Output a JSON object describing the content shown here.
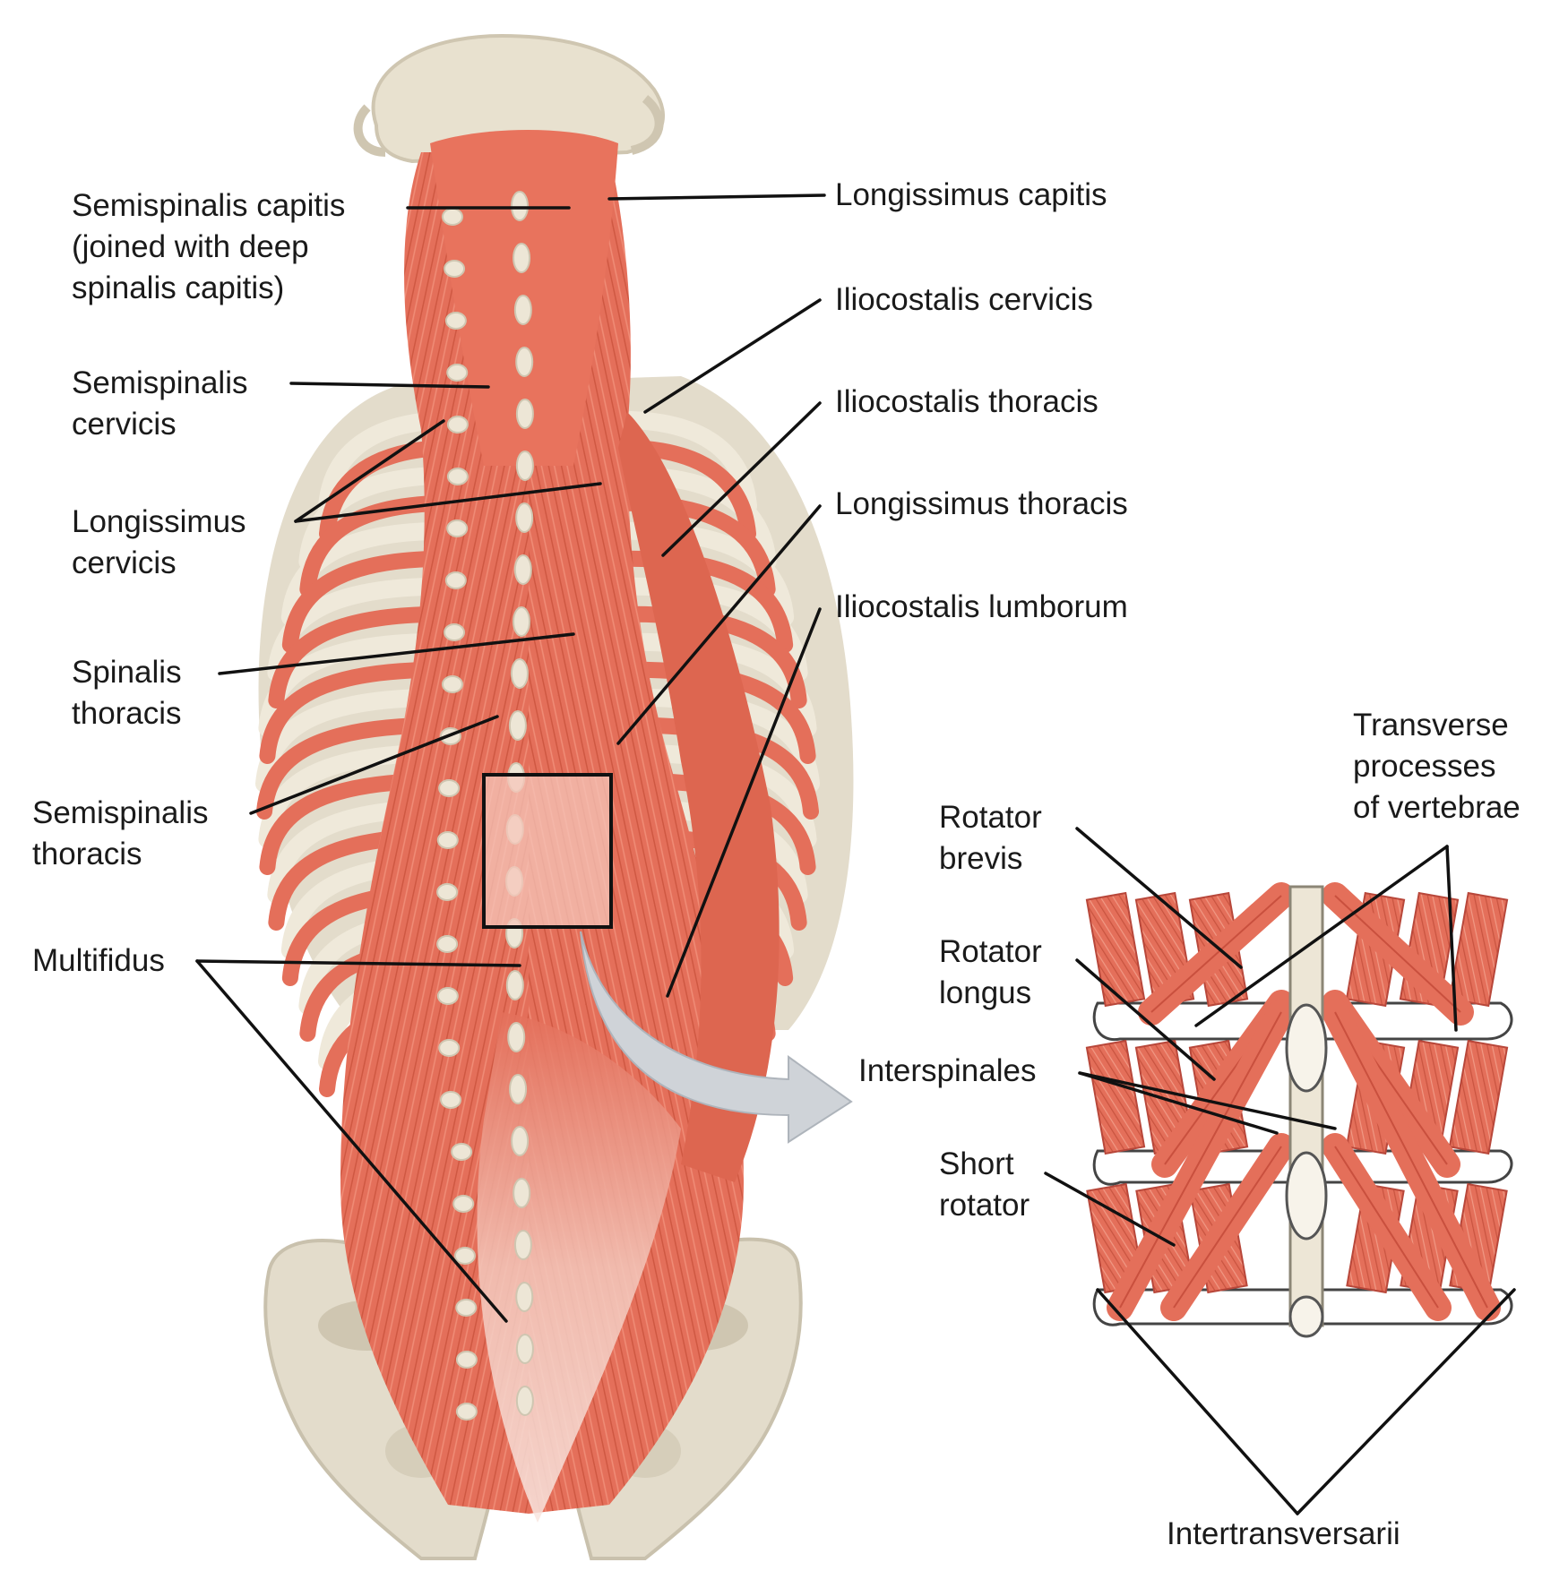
{
  "labels": {
    "semispinalis_capitis": [
      "Semispinalis capitis",
      "(joined with deep",
      "spinalis capitis)"
    ],
    "semispinalis_cervicis": [
      "Semispinalis",
      "cervicis"
    ],
    "longissimus_cervicis": [
      "Longissimus",
      "cervicis"
    ],
    "spinalis_thoracis": [
      "Spinalis",
      "thoracis"
    ],
    "semispinalis_thoracis": [
      "Semispinalis",
      "thoracis"
    ],
    "multifidus": [
      "Multifidus"
    ],
    "longissimus_capitis": [
      "Longissimus capitis"
    ],
    "iliocostalis_cervicis": [
      "Iliocostalis cervicis"
    ],
    "iliocostalis_thoracis": [
      "Iliocostalis thoracis"
    ],
    "longissimus_thoracis": [
      "Longissimus thoracis"
    ],
    "iliocostalis_lumborum": [
      "Iliocostalis lumborum"
    ],
    "transverse_processes": [
      "Transverse",
      "processes",
      "of vertebrae"
    ],
    "rotator_brevis": [
      "Rotator",
      "brevis"
    ],
    "rotator_longus": [
      "Rotator",
      "longus"
    ],
    "interspinales": [
      "Interspinales"
    ],
    "short_rotator": [
      "Short",
      "rotator"
    ],
    "intertransversarii": [
      "Intertransversarii"
    ]
  },
  "colors": {
    "muscle": "#e46f5a",
    "muscle_dark": "#c9503e",
    "muscle_light": "#f2a08e",
    "bone": "#e3dccb",
    "bone_shadow": "#c9c1ad",
    "tendon": "#f7e3dc",
    "leader_line": "#111111",
    "arrow": "#cfd3d8"
  }
}
